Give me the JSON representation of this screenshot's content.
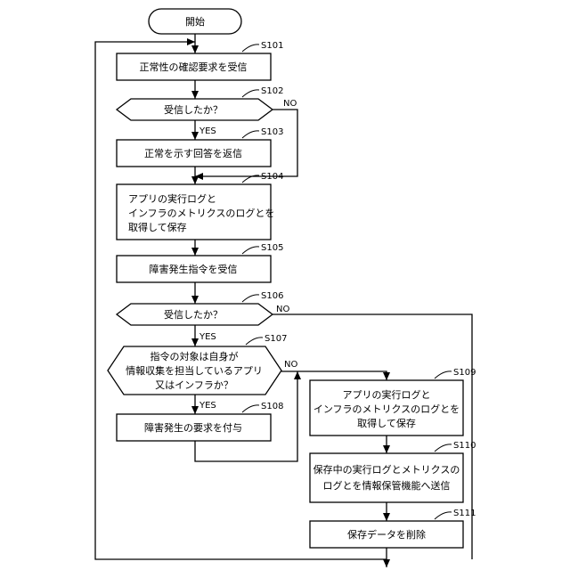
{
  "start": {
    "label": "開始"
  },
  "steps": [
    {
      "id": "s101",
      "code": "S101",
      "type": "process",
      "lines": [
        "正常性の確認要求を受信"
      ]
    },
    {
      "id": "s102",
      "code": "S102",
      "type": "decision",
      "lines": [
        "受信したか？"
      ]
    },
    {
      "id": "s103",
      "code": "S103",
      "type": "process",
      "lines": [
        "正常を示す回答を返信"
      ]
    },
    {
      "id": "s104",
      "code": "S104",
      "type": "process",
      "lines": [
        "アプリの実行ログと",
        "インフラのメトリクスのログとを",
        "取得して保存"
      ]
    },
    {
      "id": "s105",
      "code": "S105",
      "type": "process",
      "lines": [
        "障害発生指令を受信"
      ]
    },
    {
      "id": "s106",
      "code": "S106",
      "type": "decision",
      "lines": [
        "受信したか？"
      ]
    },
    {
      "id": "s107",
      "code": "S107",
      "type": "decision",
      "lines": [
        "指令の対象は自身が",
        "情報収集を担当しているアプリ",
        "又はインフラか？"
      ]
    },
    {
      "id": "s108",
      "code": "S108",
      "type": "process",
      "lines": [
        "障害発生の要求を付与"
      ]
    },
    {
      "id": "s109",
      "code": "S109",
      "type": "process",
      "lines": [
        "アプリの実行ログと",
        "インフラのメトリクスのログとを",
        "取得して保存"
      ]
    },
    {
      "id": "s110",
      "code": "S110",
      "type": "process",
      "lines": [
        "保存中の実行ログとメトリクスの",
        "ログとを情報保管機能へ送信"
      ]
    },
    {
      "id": "s111",
      "code": "S111",
      "type": "process",
      "lines": [
        "保存データを削除"
      ]
    }
  ],
  "branches": {
    "yes": "YES",
    "no": "NO"
  }
}
